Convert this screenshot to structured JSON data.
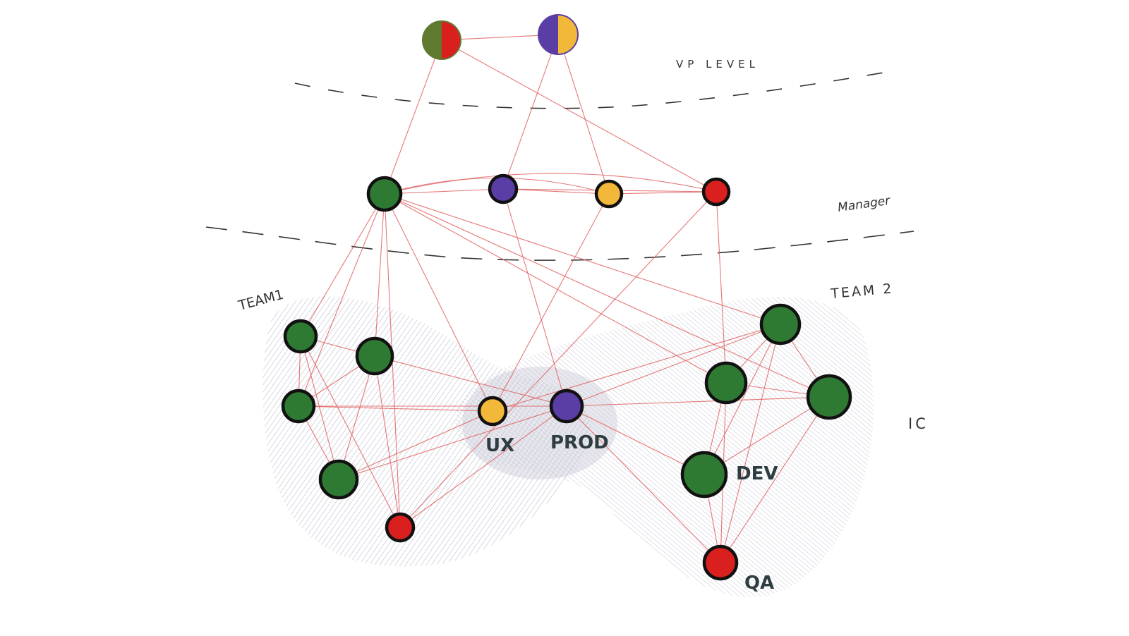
{
  "labels": {
    "vp_level": "VP LEVEL",
    "manager": "Manager",
    "team1": "TEAM1",
    "team2": "TEAM 2",
    "ic": "IC",
    "ux": "UX",
    "prod": "PROD",
    "dev": "DEV",
    "qa": "QA"
  },
  "colors": {
    "green": "#2f7a33",
    "purple": "#5a3ea5",
    "yellow": "#f2b83a",
    "red": "#d9201e",
    "olive": "#5f7a2f",
    "edge": "#e06060",
    "outline": "#111111",
    "blob": "#b8bccb"
  },
  "nodes": [
    {
      "id": "vp1",
      "fill": [
        "olive",
        "red"
      ]
    },
    {
      "id": "vp2",
      "fill": [
        "purple",
        "yellow"
      ]
    },
    {
      "id": "m_green",
      "fill": [
        "green"
      ]
    },
    {
      "id": "m_purple",
      "fill": [
        "purple"
      ]
    },
    {
      "id": "m_yellow",
      "fill": [
        "yellow"
      ]
    },
    {
      "id": "m_red",
      "fill": [
        "red"
      ]
    },
    {
      "id": "t1a",
      "fill": [
        "green"
      ]
    },
    {
      "id": "t1b",
      "fill": [
        "green"
      ]
    },
    {
      "id": "t1c",
      "fill": [
        "green"
      ]
    },
    {
      "id": "t1d",
      "fill": [
        "green"
      ]
    },
    {
      "id": "t1e",
      "fill": [
        "red"
      ]
    },
    {
      "id": "ux",
      "fill": [
        "yellow"
      ]
    },
    {
      "id": "prod",
      "fill": [
        "purple"
      ]
    },
    {
      "id": "t2a",
      "fill": [
        "green"
      ]
    },
    {
      "id": "t2b",
      "fill": [
        "green"
      ]
    },
    {
      "id": "t2c",
      "fill": [
        "green"
      ]
    },
    {
      "id": "dev",
      "fill": [
        "green"
      ]
    },
    {
      "id": "qa",
      "fill": [
        "red"
      ]
    }
  ],
  "edges": [
    [
      "vp1",
      "vp2"
    ],
    [
      "vp1",
      "m_green"
    ],
    [
      "vp1",
      "m_red"
    ],
    [
      "vp2",
      "m_purple"
    ],
    [
      "vp2",
      "m_yellow"
    ],
    [
      "m_green",
      "m_purple"
    ],
    [
      "m_green",
      "m_yellow"
    ],
    [
      "m_green",
      "m_red"
    ],
    [
      "m_purple",
      "m_yellow"
    ],
    [
      "m_yellow",
      "m_red"
    ],
    [
      "m_purple",
      "m_red"
    ],
    [
      "m_green",
      "t1a"
    ],
    [
      "m_green",
      "t1b"
    ],
    [
      "m_green",
      "t1c"
    ],
    [
      "m_green",
      "t1e"
    ],
    [
      "m_green",
      "ux"
    ],
    [
      "m_green",
      "t2a"
    ],
    [
      "m_green",
      "t2c"
    ],
    [
      "m_green",
      "t2b"
    ],
    [
      "m_purple",
      "prod"
    ],
    [
      "m_yellow",
      "ux"
    ],
    [
      "m_red",
      "t1e"
    ],
    [
      "m_red",
      "t2b"
    ],
    [
      "t1a",
      "t1b"
    ],
    [
      "t1a",
      "t1c"
    ],
    [
      "t1a",
      "t1e"
    ],
    [
      "t1b",
      "t1c"
    ],
    [
      "t1b",
      "t1e"
    ],
    [
      "t1c",
      "t1d"
    ],
    [
      "t1c",
      "ux"
    ],
    [
      "t1b",
      "prod"
    ],
    [
      "t1c",
      "prod"
    ],
    [
      "t1d",
      "ux"
    ],
    [
      "t1d",
      "prod"
    ],
    [
      "t1a",
      "t1d"
    ],
    [
      "t1b",
      "t1d"
    ],
    [
      "prod",
      "t2a"
    ],
    [
      "prod",
      "t2c"
    ],
    [
      "prod",
      "dev"
    ],
    [
      "ux",
      "t2a"
    ],
    [
      "t1e",
      "prod"
    ],
    [
      "prod",
      "qa"
    ],
    [
      "t2a",
      "t2b"
    ],
    [
      "t2a",
      "t2c"
    ],
    [
      "t2a",
      "dev"
    ],
    [
      "t2b",
      "dev"
    ],
    [
      "t2b",
      "qa"
    ],
    [
      "t2c",
      "dev"
    ],
    [
      "t2c",
      "qa"
    ],
    [
      "dev",
      "qa"
    ],
    [
      "t2a",
      "qa"
    ],
    [
      "t2b",
      "t2c"
    ]
  ]
}
